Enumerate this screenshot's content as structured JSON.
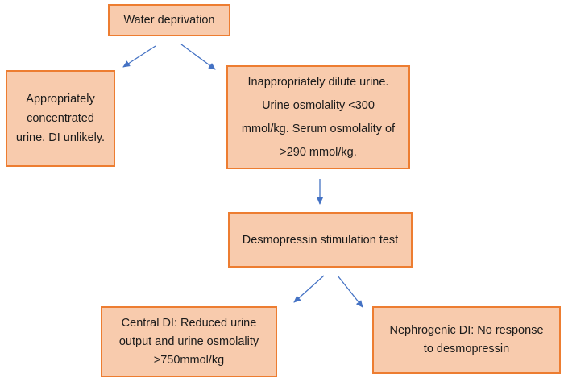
{
  "nodes": {
    "water_deprivation": "Water deprivation",
    "appropriately_concentrated": "Appropriately concentrated urine. DI unlikely.",
    "inappropriately_dilute": "Inappropriately dilute urine. Urine osmolality <300 mmol/kg. Serum osmolality of >290 mmol/kg.",
    "desmopressin_test": "Desmopressin stimulation test",
    "central_di": "Central DI: Reduced urine output and urine osmolality >750mmol/kg",
    "nephrogenic_di": "Nephrogenic DI: No response to desmopressin"
  },
  "colors": {
    "box_fill": "#f8cbad",
    "box_border": "#ed7d31",
    "arrow": "#4472c4"
  }
}
